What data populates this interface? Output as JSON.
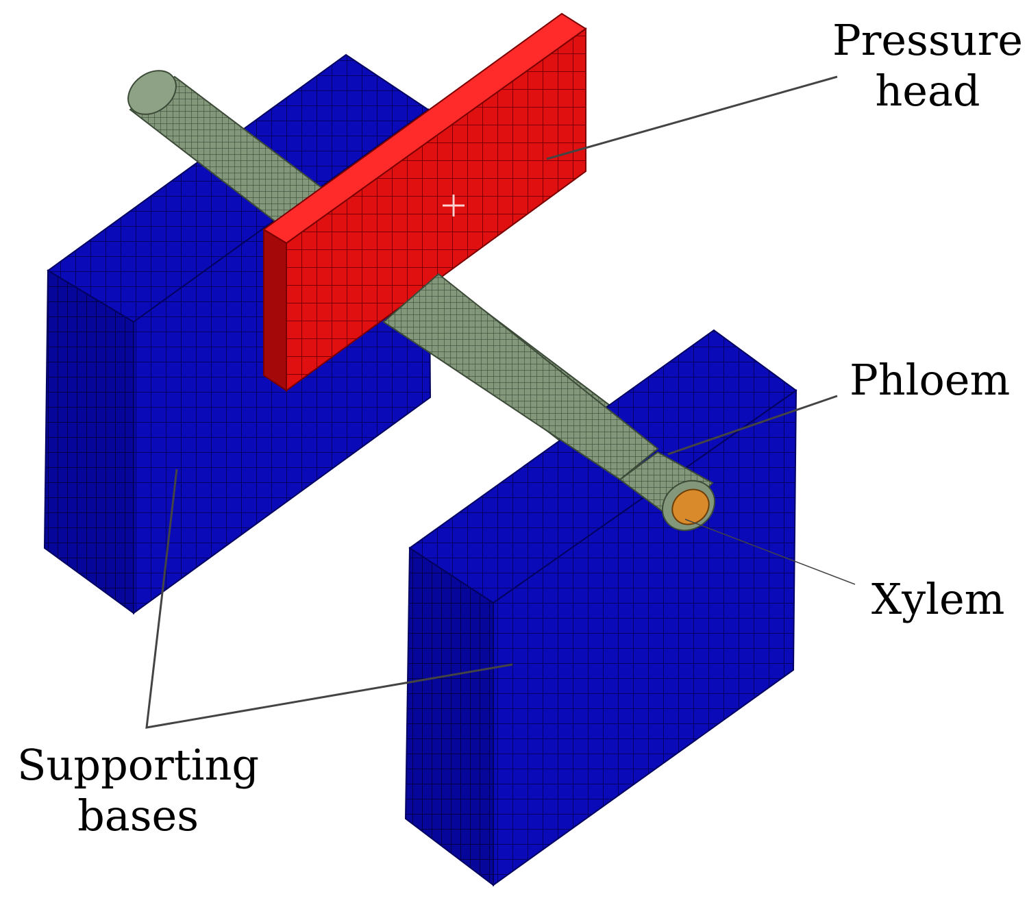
{
  "labels": {
    "pressure_head": [
      "Pressure",
      "head"
    ],
    "phloem": "Phloem",
    "xylem": "Xylem",
    "supporting_bases": [
      "Supporting",
      "bases"
    ]
  },
  "colors": {
    "base": "#0a0ab8",
    "base_dark": "#050580",
    "base_top": "#1a1ad4",
    "head": "#e01010",
    "head_dark": "#9a0606",
    "head_top": "#ff2a2a",
    "phloem": "#7f9477",
    "phloem_dark": "#5c6f56",
    "xylem": "#d98a2a",
    "leader": "#444444",
    "mesh": "#000000"
  }
}
